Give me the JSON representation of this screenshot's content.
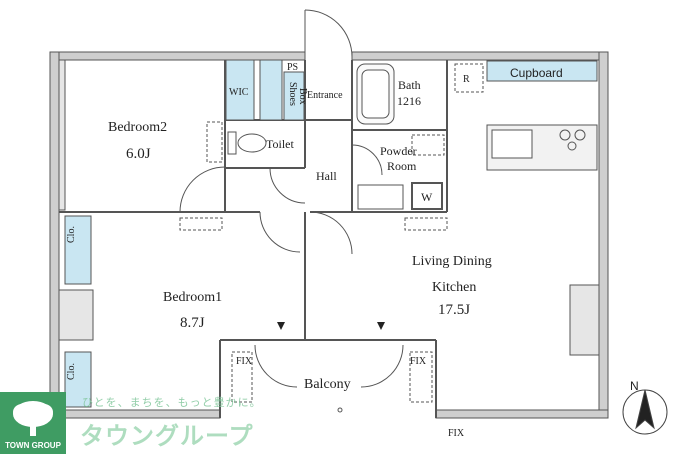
{
  "rooms": {
    "bedroom2": {
      "name": "Bedroom2",
      "size": "6.0J"
    },
    "bedroom1": {
      "name": "Bedroom1",
      "size": "8.7J"
    },
    "ldk": {
      "name_line1": "Living Dining",
      "name_line2": "Kitchen",
      "size": "17.5J"
    },
    "bath": {
      "name": "Bath",
      "size": "1216"
    },
    "powder": {
      "line1": "Powder",
      "line2": "Room"
    },
    "toilet": "Toilet",
    "hall": "Hall",
    "entrance": "Entrance",
    "balcony": "Balcony",
    "wic": "WIC",
    "ps": "PS",
    "shoes_box_1": "Shoes",
    "shoes_box_2": "Box",
    "clo_upper": "Clo.",
    "clo_lower": "Clo.",
    "washer": "W",
    "refrigerator": "R",
    "cupboard": "Cupboard",
    "fix_left": "FIX",
    "fix_right": "FIX",
    "fix_bottom": "FIX"
  },
  "compass": {
    "label": "N"
  },
  "colors": {
    "storage_fill": "#c9e6f2",
    "wall": "#9a9a9a",
    "line": "#333333",
    "logo_green": "#3f9c63"
  },
  "logo": {
    "subtitle": "TOWN GROUP",
    "tagline": "ひとを、まちを、もっと豊かに。",
    "name": "タウングループ"
  }
}
